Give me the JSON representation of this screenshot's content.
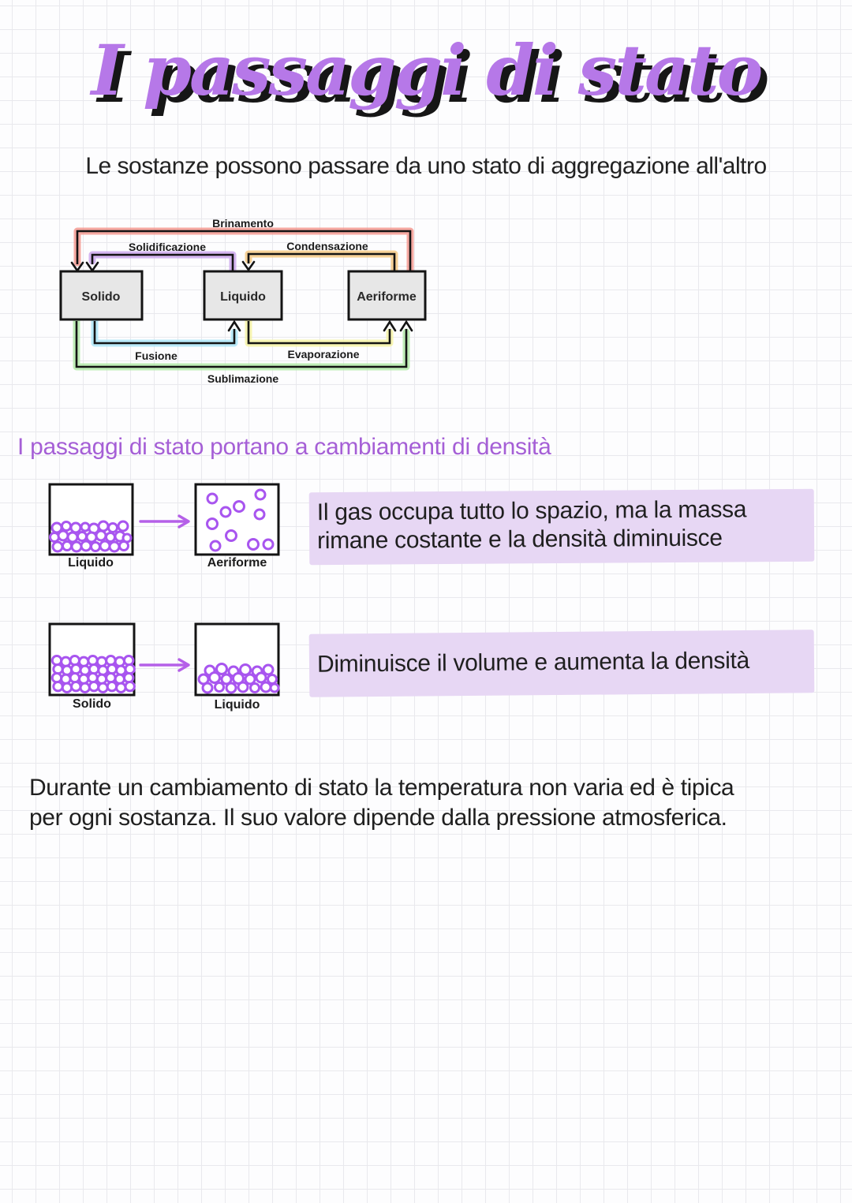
{
  "page": {
    "background_color": "#fdfdfe",
    "grid_color": "#e9e9ed"
  },
  "title": "I passaggi di stato",
  "title_color": "#b678e8",
  "subtitle": "Le sostanze possono passare da uno stato di aggregazione all'altro",
  "diagram": {
    "states": [
      {
        "label": "Solido"
      },
      {
        "label": "Liquido"
      },
      {
        "label": "Aeriforme"
      }
    ],
    "state_box_fill": "#e7e7e7",
    "transitions": [
      {
        "label": "Brinamento",
        "from": "Aeriforme",
        "to": "Solido",
        "color": "#f4938b"
      },
      {
        "label": "Solidificazione",
        "from": "Liquido",
        "to": "Solido",
        "color": "#c9a2ec"
      },
      {
        "label": "Condensazione",
        "from": "Aeriforme",
        "to": "Liquido",
        "color": "#f5c77e"
      },
      {
        "label": "Fusione",
        "from": "Solido",
        "to": "Liquido",
        "color": "#a9e5f7"
      },
      {
        "label": "Evaporazione",
        "from": "Liquido",
        "to": "Aeriforme",
        "color": "#f5f2a0"
      },
      {
        "label": "Sublimazione",
        "from": "Solido",
        "to": "Aeriforme",
        "color": "#afe8a5"
      }
    ]
  },
  "density_section": {
    "heading": "I passaggi di stato portano a cambiamenti di densità",
    "heading_color": "#a55fd6",
    "highlight_color": "#e7d7f4",
    "particle_color": "#a855ef",
    "arrow_color": "#b560e8",
    "rows": [
      {
        "from_label": "Liquido",
        "to_label": "Aeriforme",
        "note_lines": [
          "Il gas occupa tutto lo spazio, ma la massa",
          "rimane costante e la densità diminuisce"
        ]
      },
      {
        "from_label": "Solido",
        "to_label": "Liquido",
        "note_lines": [
          "Diminuisce il volume e aumenta la densità"
        ]
      }
    ]
  },
  "footer": {
    "lines": [
      "Durante un cambiamento di stato la temperatura non varia ed è tipica",
      "per ogni sostanza. Il suo valore dipende dalla pressione atmosferica."
    ]
  }
}
